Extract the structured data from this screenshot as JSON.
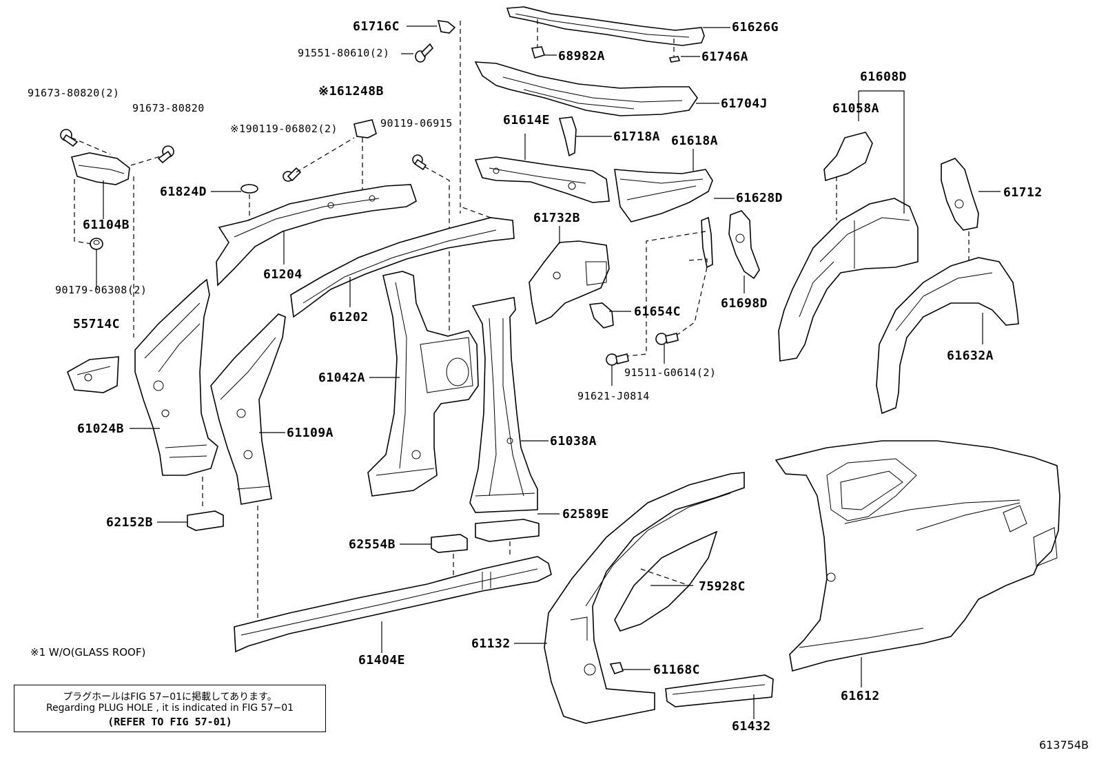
{
  "diagram": {
    "labels": {
      "p61716C": "61716C",
      "p91551_80610": "91551-80610(2)",
      "p61626G": "61626G",
      "p68982A": "68982A",
      "p61746A": "61746A",
      "p91673_80820_2": "91673-80820(2)",
      "p91673_80820": "91673-80820",
      "p61248B": "※161248B",
      "p90119_06802": "※190119-06802(2)",
      "p90119_06915": "90119-06915",
      "p61704J": "61704J",
      "p61608D": "61608D",
      "p61058A": "61058A",
      "p61614E": "61614E",
      "p61718A": "61718A",
      "p61618A": "61618A",
      "p61824D": "61824D",
      "p61104B": "61104B",
      "p61712": "61712",
      "p61628D": "61628D",
      "p61732B": "61732B",
      "p61204": "61204",
      "p90179_06308": "90179-06308(2)",
      "p61698D": "61698D",
      "p61654C": "61654C",
      "p61202": "61202",
      "p55714C": "55714C",
      "p61632A": "61632A",
      "p91511_G0614": "91511-G0614(2)",
      "p61042A": "61042A",
      "p91621_J0814": "91621-J0814",
      "p61024B": "61024B",
      "p61109A": "61109A",
      "p61038A": "61038A",
      "p62589E": "62589E",
      "p62152B": "62152B",
      "p62554B": "62554B",
      "p75928C": "75928C",
      "p61132": "61132",
      "p61168C": "61168C",
      "p61404E": "61404E",
      "p61612": "61612",
      "p61432": "61432"
    },
    "footnote": "※1 W/O(GLASS ROOF)",
    "plug_note": {
      "line1": "プラグホールはFIG 57−01に掲載してあります。",
      "line2": "Regarding  PLUG  HOLE , it is indicated in  FIG  57−01",
      "line3": "(REFER TO FIG 57-01)"
    },
    "figure_id": "613754B"
  }
}
